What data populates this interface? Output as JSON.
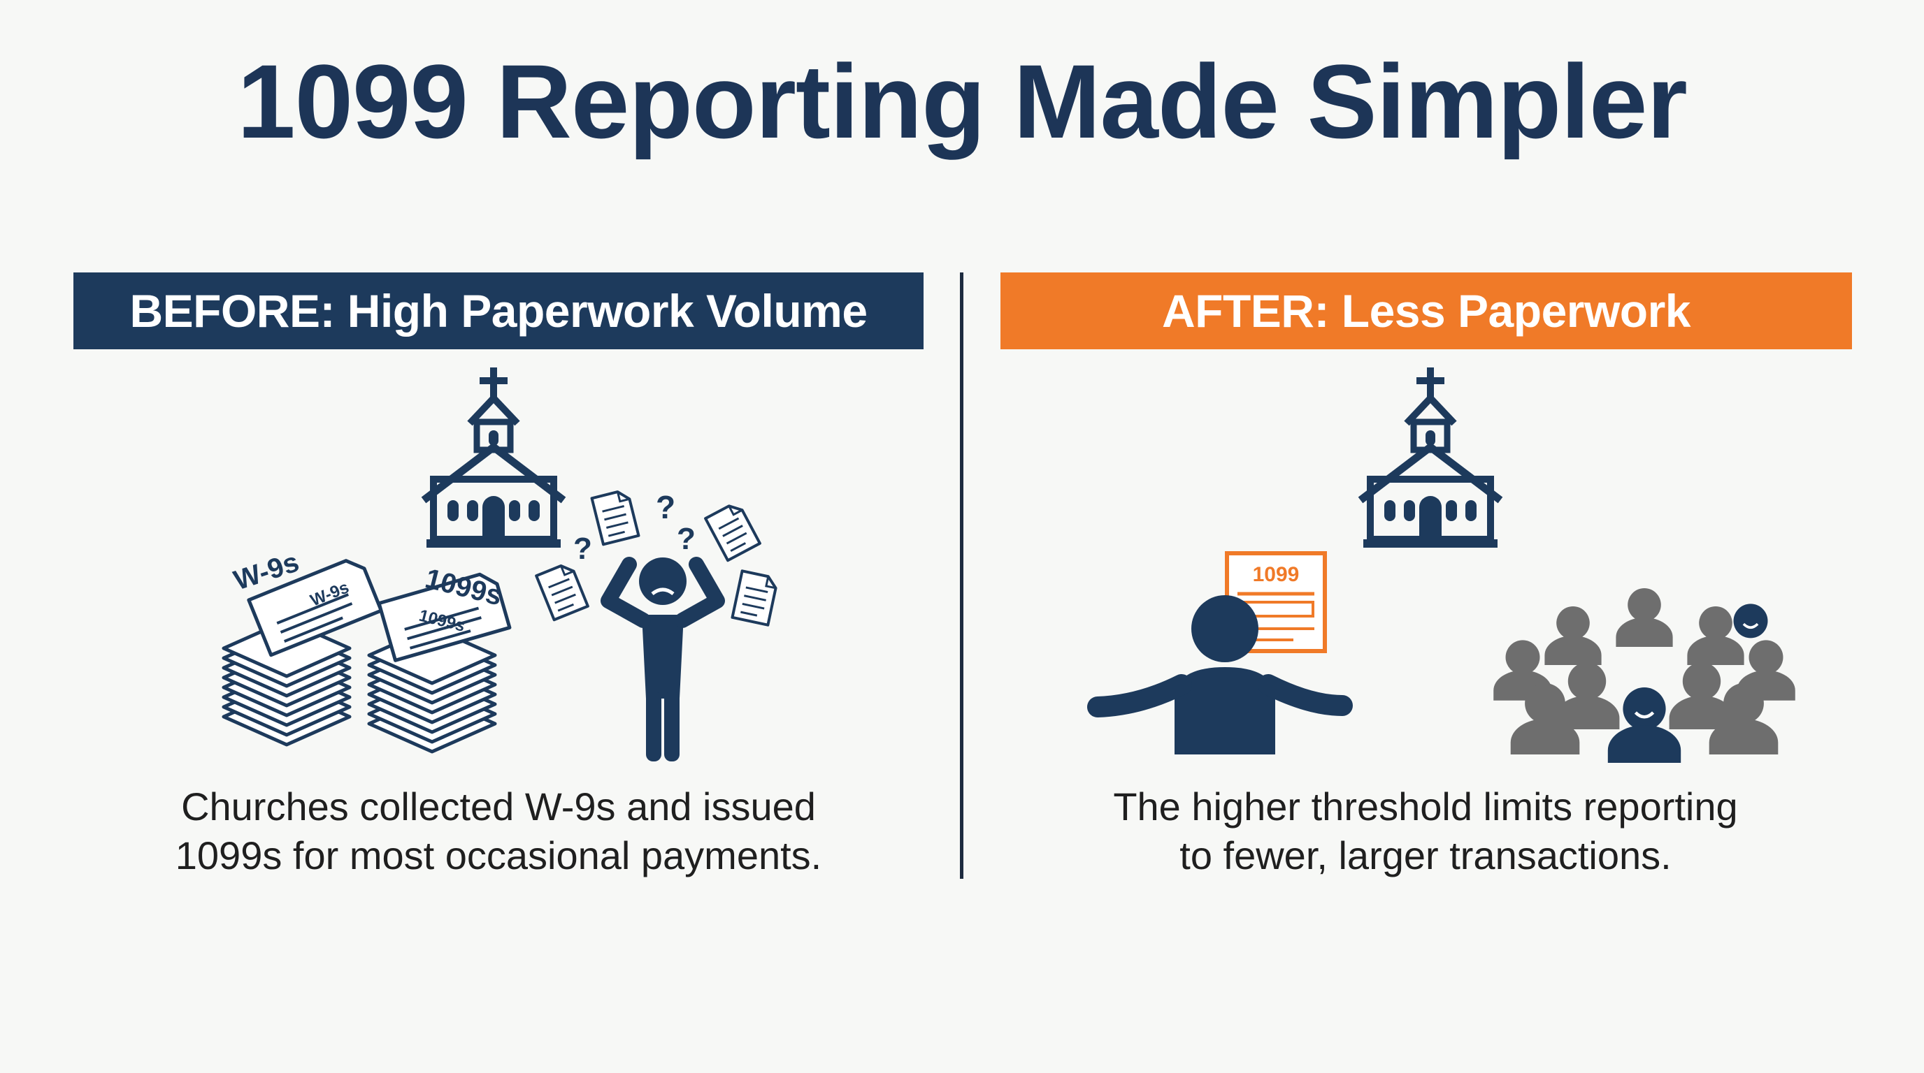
{
  "title": "1099 Reporting Made Simpler",
  "before": {
    "heading": "BEFORE: High Paperwork Volume",
    "caption_lines": [
      "Churches collected W-9s and issued",
      "1099s for most occasional payments."
    ],
    "stack_labels": [
      "W-9s",
      "1099s"
    ],
    "sheet_labels": [
      "W-9s",
      "1099s"
    ],
    "question_mark": "?"
  },
  "after": {
    "heading": "AFTER: Less Paperwork",
    "caption_lines": [
      "The higher threshold limits reporting",
      "to fewer, larger transactions."
    ],
    "form_label": "1099"
  },
  "colors": {
    "navy": "#1d3a5c",
    "orange": "#f07a28",
    "gray": "#6e6e6e",
    "text": "#1f1f1f"
  },
  "icons": [
    "church-icon",
    "paper-stack-icon",
    "stressed-person-icon",
    "document-icon",
    "question-mark-icon",
    "form-1099-icon",
    "person-icon",
    "crowd-icon"
  ]
}
